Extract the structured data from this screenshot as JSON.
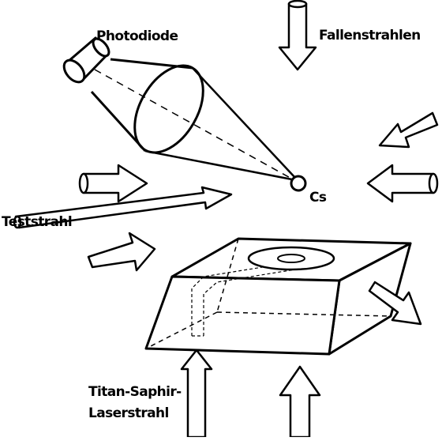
{
  "labels": {
    "photodiode": "Photodiode",
    "fallenstrahlen": "Fallenstrahlen",
    "cs": "Cs",
    "teststrahl": "Teststrahl",
    "titan_saphir_line1": "Titan-Saphir-",
    "titan_saphir_line2": "Laserstrahl"
  },
  "colors": {
    "line": "#000000",
    "background": "#ffffff"
  }
}
